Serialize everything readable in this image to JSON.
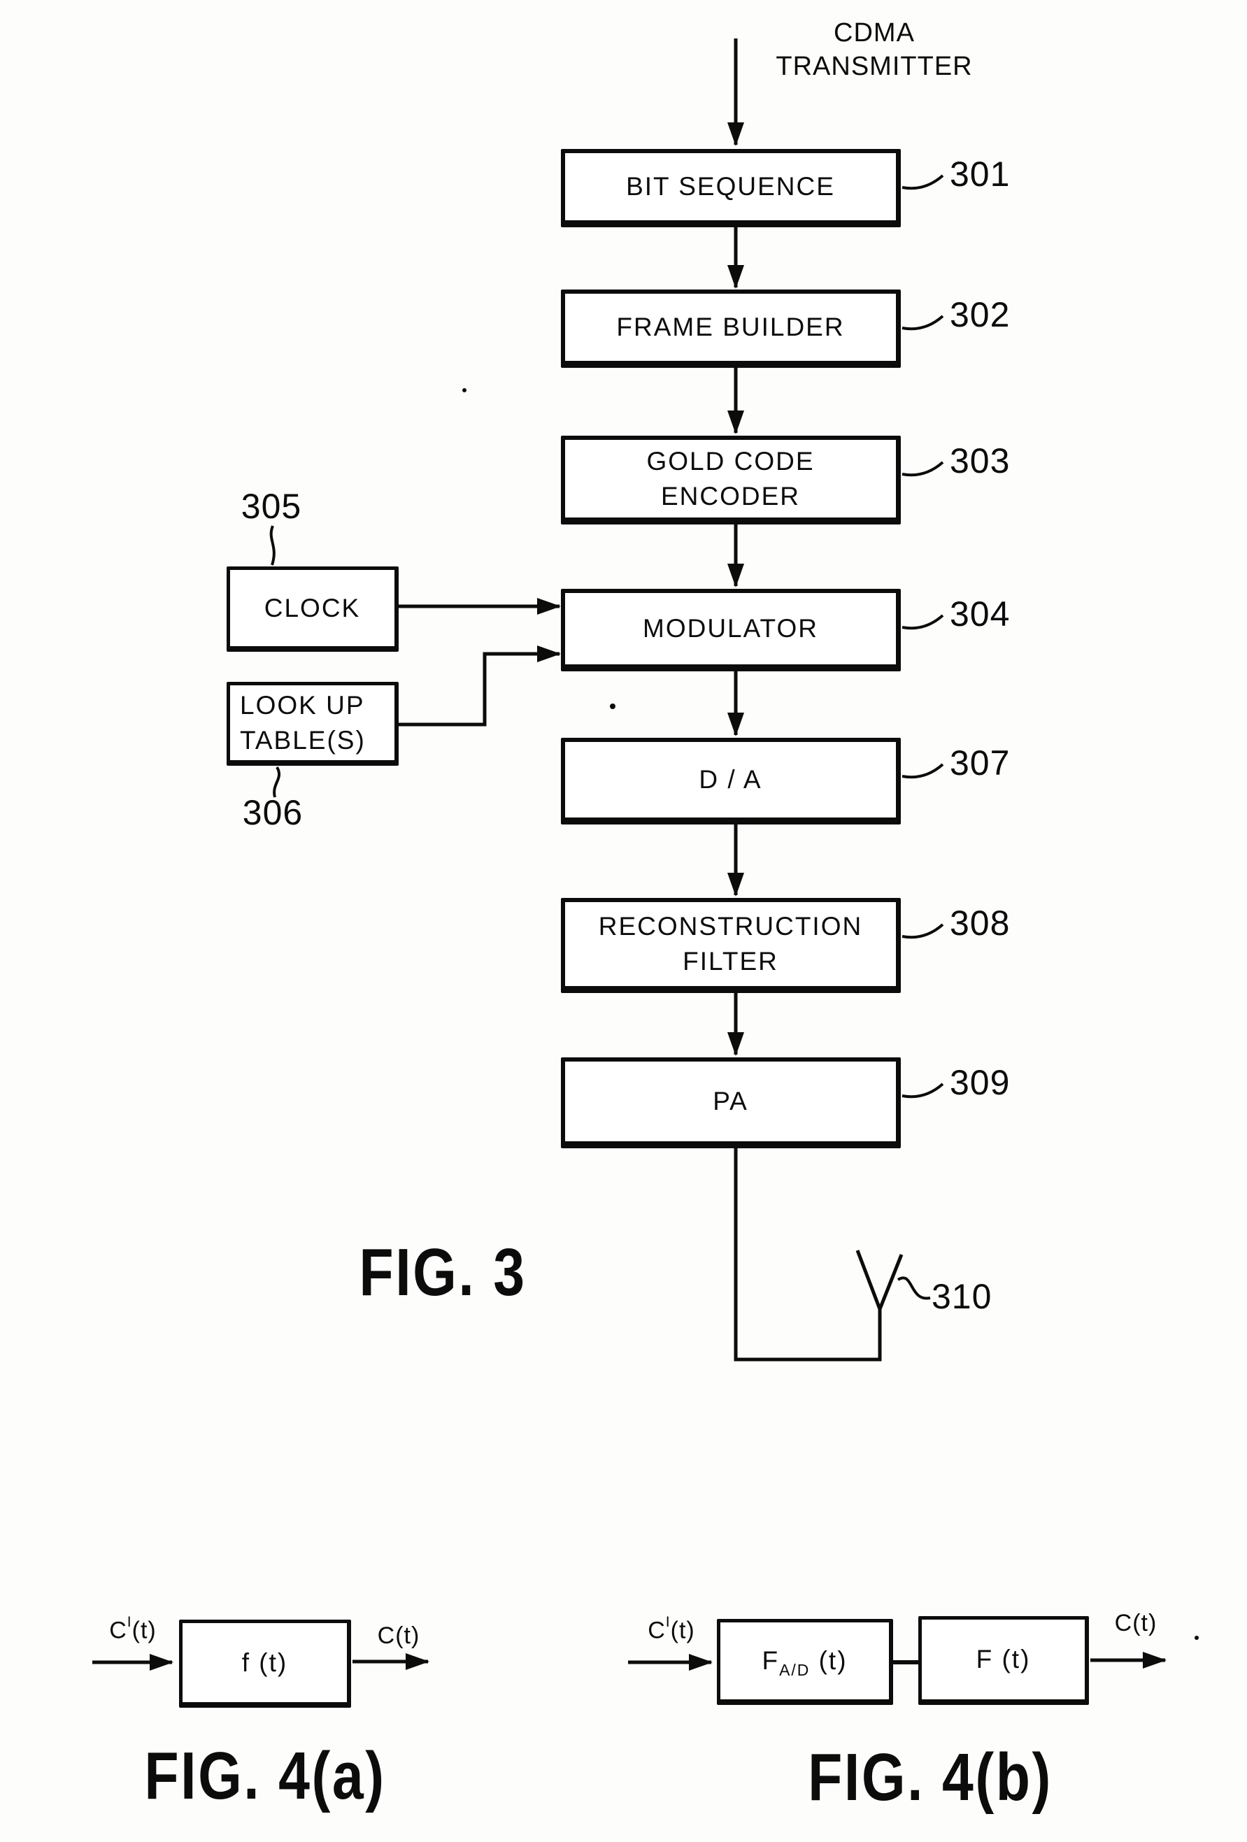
{
  "fig3": {
    "title": "FIG. 3",
    "header_line1": "CDMA",
    "header_line2": "TRANSMITTER",
    "blocks": [
      {
        "label": "BIT SEQUENCE",
        "ref": "301"
      },
      {
        "label": "FRAME BUILDER",
        "ref": "302"
      },
      {
        "label": "GOLD CODE\nENCODER",
        "ref": "303"
      },
      {
        "label": "MODULATOR",
        "ref": "304"
      },
      {
        "label": "D / A",
        "ref": "307"
      },
      {
        "label": "RECONSTRUCTION\nFILTER",
        "ref": "308"
      },
      {
        "label": "PA",
        "ref": "309"
      }
    ],
    "clock": {
      "label": "CLOCK",
      "ref": "305"
    },
    "lut": {
      "label": "LOOK UP\nTABLE(S)",
      "ref": "306"
    },
    "antenna_ref": "310"
  },
  "fig4a": {
    "title": "FIG. 4(a)",
    "input": {
      "base": "C",
      "sup": "I",
      "rest": "(t)"
    },
    "box": "f (t)",
    "output": "C(t)"
  },
  "fig4b": {
    "title": "FIG. 4(b)",
    "input": {
      "base": "C",
      "sup": "I",
      "rest": "(t)"
    },
    "box1": {
      "base": "F",
      "sub": "A/D",
      "rest": " (t)"
    },
    "box2": "F (t)",
    "output": "C(t)"
  }
}
